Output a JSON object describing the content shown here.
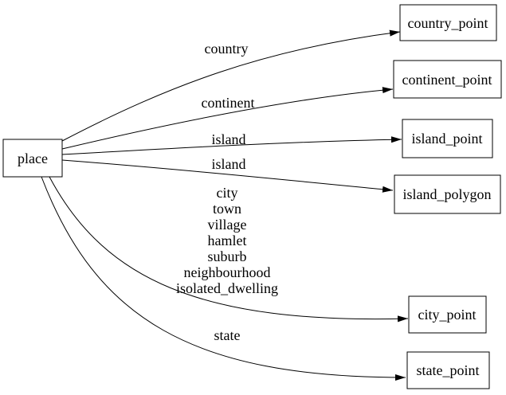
{
  "diagram": {
    "type": "directed-graph",
    "colors": {
      "background": "#ffffff",
      "node_fill": "#ffffff",
      "node_stroke": "#000000",
      "edge_stroke": "#000000",
      "text": "#000000"
    },
    "nodes": [
      {
        "id": "place",
        "label": "place"
      },
      {
        "id": "country_point",
        "label": "country_point"
      },
      {
        "id": "continent_point",
        "label": "continent_point"
      },
      {
        "id": "island_point",
        "label": "island_point"
      },
      {
        "id": "island_polygon",
        "label": "island_polygon"
      },
      {
        "id": "city_point",
        "label": "city_point"
      },
      {
        "id": "state_point",
        "label": "state_point"
      }
    ],
    "edges": [
      {
        "from": "place",
        "to": "country_point",
        "label": "country"
      },
      {
        "from": "place",
        "to": "continent_point",
        "label": "continent"
      },
      {
        "from": "place",
        "to": "island_point",
        "label": "island"
      },
      {
        "from": "place",
        "to": "island_polygon",
        "label": "island"
      },
      {
        "from": "place",
        "to": "city_point",
        "label_lines": [
          "city",
          "town",
          "village",
          "hamlet",
          "suburb",
          "neighbourhood",
          "isolated_dwelling"
        ]
      },
      {
        "from": "place",
        "to": "state_point",
        "label": "state"
      }
    ]
  }
}
